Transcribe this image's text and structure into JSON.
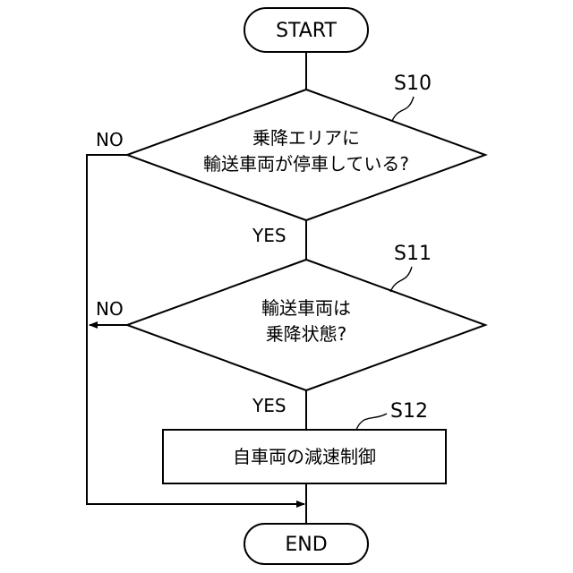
{
  "flow": {
    "start_label": "START",
    "end_label": "END",
    "s10": {
      "step": "S10",
      "line1": "乗降エリアに",
      "line2": "輸送車両が停車している?"
    },
    "s11": {
      "step": "S11",
      "line1": "輸送車両は",
      "line2": "乗降状態?"
    },
    "s12": {
      "step": "S12",
      "text": "自車両の減速制御"
    },
    "labels": {
      "no_1": "NO",
      "yes_1": "YES",
      "no_2": "NO",
      "yes_2": "YES"
    }
  }
}
